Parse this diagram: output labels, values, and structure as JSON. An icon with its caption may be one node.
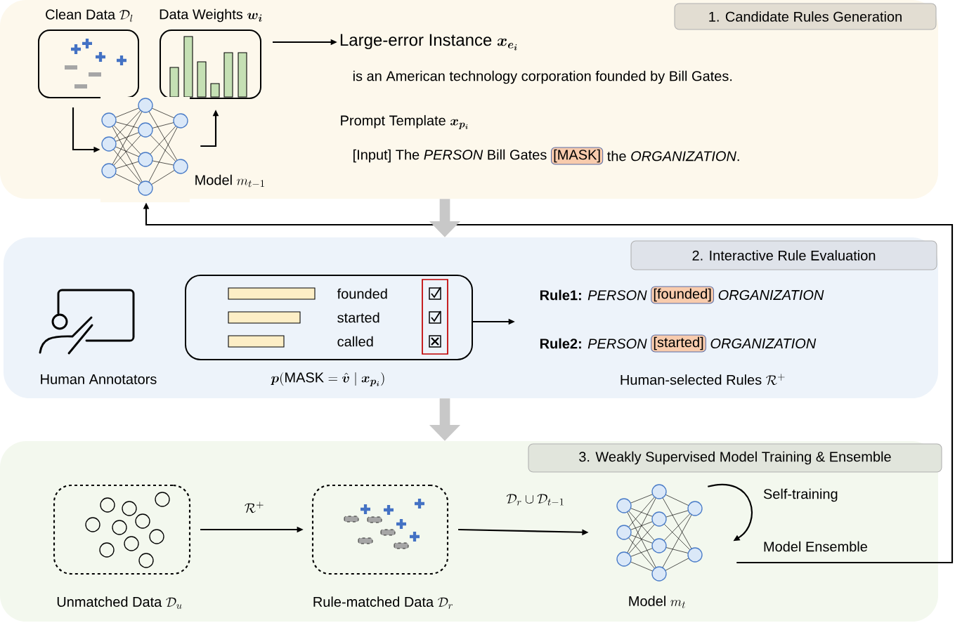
{
  "diagram": {
    "nodes": [
      {
        "text": [
          "1. Candidate Rules Generation"
        ]
      },
      {
        "text": [],
        "shape": "box",
        "beside": [
          "\\text{Clean Data }\\mathcal{D}_l"
        ],
        "in": 0
      },
      {
        "text": [],
        "shape": "box",
        "beside": [
          "\\text{Data Weights }\\bm{w}_{\\bm{i}}"
        ],
        "in": 0
      },
      {
        "text": [],
        "shape": "picture",
        "beside": [
          "\\text{Model }m_{t-1}"
        ],
        "in": 0
      },
      {
        "text": [
          "\\text{Large-error Instance }\\bm{x}_{\\bm{e}_{\\bm{i}}}"
        ],
        "in": 0
      },
      {
        "text": [
          "[MASK]"
        ],
        "in": 0
      },
      {
        "text": [
          "2. Interactive Rule Evaluation"
        ]
      },
      {
        "text": [],
        "shape": "person",
        "beside": [
          "Human Annotators"
        ],
        "in": 6
      },
      {
        "text": [
          "founded",
          "started",
          "called"
        ],
        "beside": [
          "\\bm{p}(\\mathrm{MASK}=\\hat{\\bm{v}}\\mid\\bm{x}_{\\bm{p}_{\\bm{i}}})"
        ],
        "in": 6
      },
      {
        "text": [
          "[founded]"
        ],
        "in": 6
      },
      {
        "text": [
          "[started]"
        ],
        "in": 6
      },
      {
        "text": [
          "3. Weakly Supervised Model Training & Ensemble"
        ]
      },
      {
        "text": [],
        "shape": "box",
        "beside": [
          "\\text{Unmatched Data }\\mathcal{D}_u"
        ],
        "in": 11
      },
      {
        "text": [],
        "shape": "box",
        "beside": [
          "\\text{Rule-matched Data }\\mathcal{D}_r"
        ],
        "in": 11
      },
      {
        "text": [],
        "shape": "picture",
        "beside": [
          "\\text{Model }m_t"
        ],
        "in": 11
      }
    ],
    "edges": [
      {
        "from": 1,
        "to": 3,
        "arrow": "to"
      },
      {
        "from": 3,
        "to": 2,
        "arrow": "to"
      },
      {
        "from": 2,
        "to": 4,
        "arrow": "to"
      },
      {
        "from": 0,
        "to": 6,
        "arrow": "to",
        "style": "thick",
        "color": "#c8c8c8"
      },
      {
        "from": 6,
        "to": 11,
        "arrow": "to",
        "style": "thick",
        "color": "#c8c8c8"
      },
      {
        "from": 8,
        "to": null,
        "arrow": "to"
      },
      {
        "from": 12,
        "to": 13,
        "arrow": "to",
        "label": "\\mathcal{R}^{+}"
      },
      {
        "from": 13,
        "to": 14,
        "arrow": "to",
        "label": "\\mathcal{D}_r\\cup\\mathcal{D}_{t-1}"
      },
      {
        "from": 14,
        "to": 14,
        "arrow": "to",
        "label": "Self-training"
      },
      {
        "from": 14,
        "to": 3,
        "arrow": "to",
        "label": "Model Ensemble"
      }
    ],
    "labels": [
      "is an American technology corporation founded by Bill Gates.",
      "\\text{Prompt Template }\\bm{x}_{\\bm{p}_{\\bm{i}}}",
      "[Input] The *PERSON* Bill Gates",
      "the *ORGANIZATION*.",
      "**Rule1:** *PERSON*",
      "*ORGANIZATION*",
      "**Rule2:** *PERSON*",
      "*ORGANIZATION*",
      "\\text{Human-selected Rules }\\mathcal{R}^{+}"
    ]
  }
}
